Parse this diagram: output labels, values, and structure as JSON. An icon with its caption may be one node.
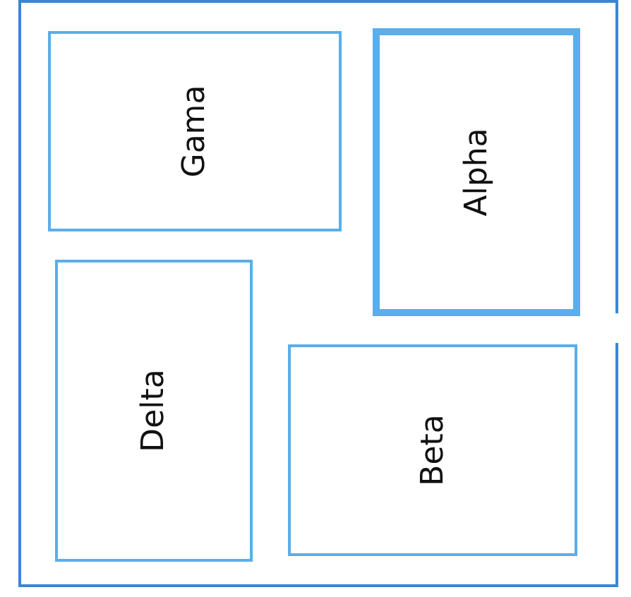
{
  "diagram": {
    "nodes": [
      {
        "text": [],
        "shape": "box"
      },
      {
        "text": [
          "Gama"
        ],
        "in": 0
      },
      {
        "text": [
          "Alpha"
        ],
        "in": 0
      },
      {
        "text": [
          "Delta"
        ],
        "in": 0
      },
      {
        "text": [
          "Beta"
        ],
        "in": 0
      }
    ]
  }
}
